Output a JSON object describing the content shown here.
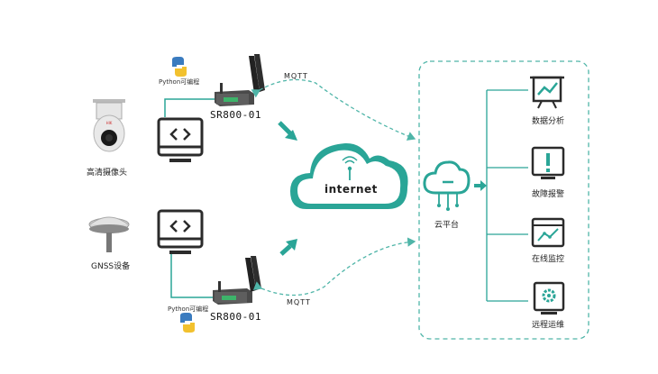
{
  "colors": {
    "accent": "#2aa597",
    "dark": "#2b2b2b",
    "dashed": "#4fb5a8"
  },
  "devices": {
    "camera_label": "高清摄像头",
    "gnss_label": "GNSS设备",
    "router_top_name": "SR800-01",
    "router_bottom_name": "SR800-01",
    "python_top": "Python可编程",
    "python_bottom": "Python可编程"
  },
  "links": {
    "mqtt_top": "MQTT",
    "mqtt_bottom": "MQTT"
  },
  "cloud": {
    "internet_label": "internet",
    "platform_label": "云平台"
  },
  "services": [
    {
      "label": "数据分析",
      "icon": "presentation-chart-icon"
    },
    {
      "label": "故障报警",
      "icon": "alert-exclamation-icon"
    },
    {
      "label": "在线监控",
      "icon": "line-chart-window-icon"
    },
    {
      "label": "远程运维",
      "icon": "gear-settings-icon"
    }
  ]
}
